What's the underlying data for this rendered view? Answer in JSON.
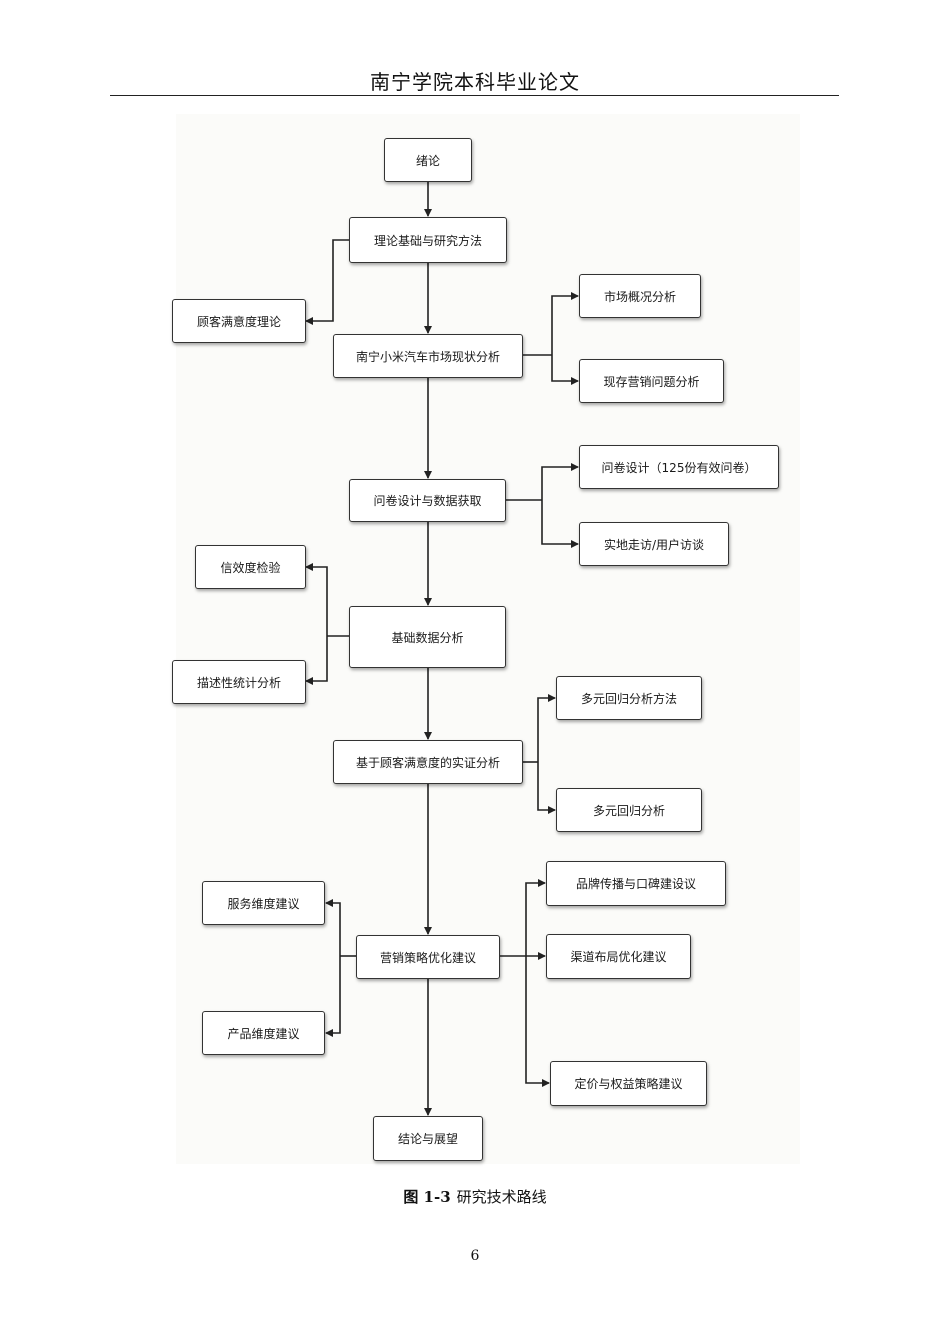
{
  "header": {
    "title": "南宁学院本科毕业论文"
  },
  "flowchart": {
    "nodes": {
      "intro": "绪论",
      "theory": "理论基础与研究方法",
      "csat_theory": "顾客满意度理论",
      "market": "南宁小米汽车市场现状分析",
      "market_overview": "市场概况分析",
      "marketing_issues": "现存营销问题分析",
      "survey": "问卷设计与数据获取",
      "questionnaire": "问卷设计（125份有效问卷）",
      "interview": "实地走访/用户访谈",
      "reliability": "信效度检验",
      "basic_analysis": "基础数据分析",
      "descriptive": "描述性统计分析",
      "regression_method": "多元回归分析方法",
      "empirical": "基于顾客满意度的实证分析",
      "regression": "多元回归分析",
      "brand": "品牌传播与口碑建设议",
      "service": "服务维度建议",
      "strategy": "营销策略优化建议",
      "channel": "渠道布局优化建议",
      "product": "产品维度建议",
      "pricing": "定价与权益策略建议",
      "conclusion": "结论与展望"
    }
  },
  "caption": {
    "number": "图 1-3",
    "text": "研究技术路线"
  },
  "footer": {
    "page_number": "6"
  }
}
